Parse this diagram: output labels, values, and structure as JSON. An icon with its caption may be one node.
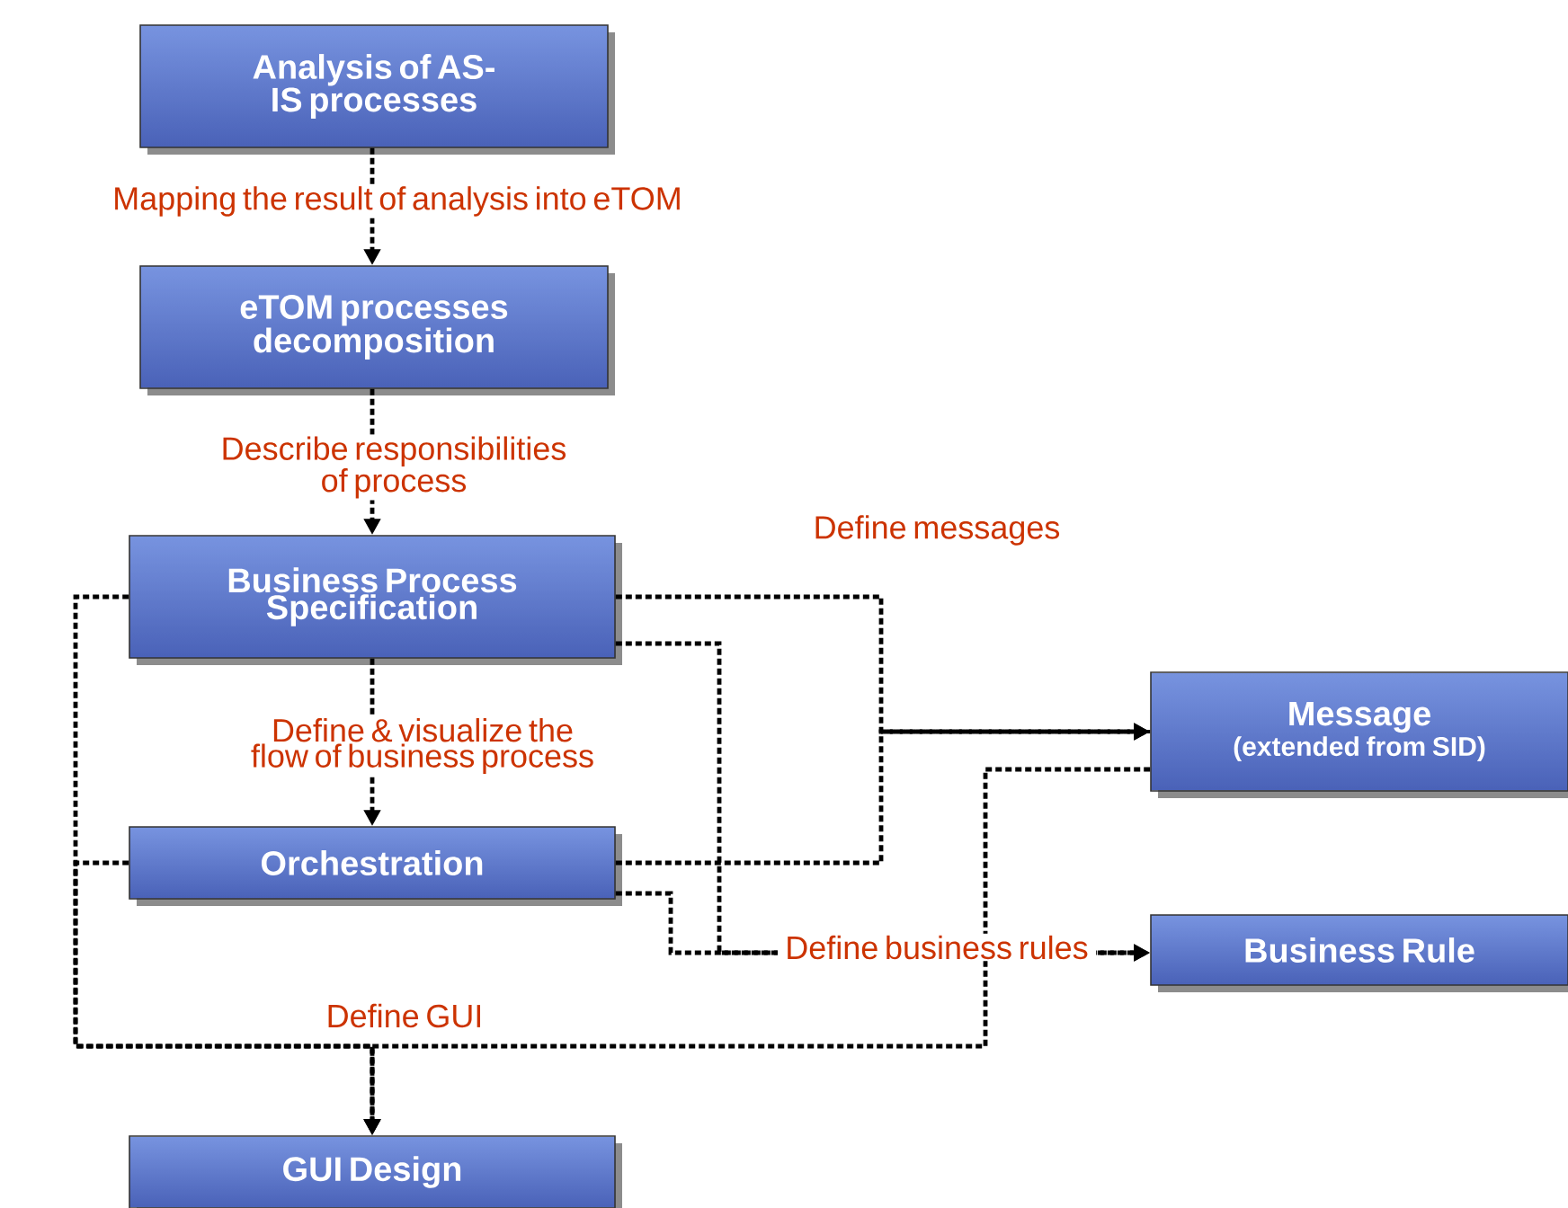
{
  "diagram": {
    "nodes": [
      {
        "text": [
          "Analysis of AS-IS processes"
        ]
      },
      {
        "text": [
          "eTOM processes decomposition"
        ]
      },
      {
        "text": [
          "Business Process Specification"
        ]
      },
      {
        "text": [
          "Orchestration"
        ]
      },
      {
        "text": [
          "Message",
          "(extended from SID)"
        ]
      },
      {
        "text": [
          "Business Rule"
        ]
      },
      {
        "text": [
          "GUI Design"
        ]
      }
    ],
    "edges": [
      {
        "from": 0,
        "to": 1,
        "arrow": "to",
        "style": "dashed",
        "label": "Mapping the result of analysis into eTOM"
      },
      {
        "from": 1,
        "to": 2,
        "arrow": "to",
        "style": "dashed",
        "label": "Describe responsibilities of process"
      },
      {
        "from": 2,
        "to": 3,
        "arrow": "to",
        "style": "dashed",
        "label": "Define & visualize the flow of business process"
      },
      {
        "from": 2,
        "to": 4,
        "arrow": "to",
        "style": "dashed",
        "label": "Define messages"
      },
      {
        "from": 3,
        "to": 4,
        "arrow": "to",
        "style": "dashed"
      },
      {
        "from": 2,
        "to": 5,
        "arrow": "to",
        "style": "dashed",
        "label": "Define business rules"
      },
      {
        "from": 3,
        "to": 5,
        "arrow": "to",
        "style": "dashed"
      },
      {
        "from": 2,
        "to": 6,
        "arrow": "to",
        "style": "dashed",
        "label": "Define GUI"
      },
      {
        "from": 3,
        "to": 6,
        "arrow": "to",
        "style": "dashed"
      },
      {
        "from": 4,
        "to": 6,
        "arrow": "to",
        "style": "dashed"
      }
    ]
  }
}
